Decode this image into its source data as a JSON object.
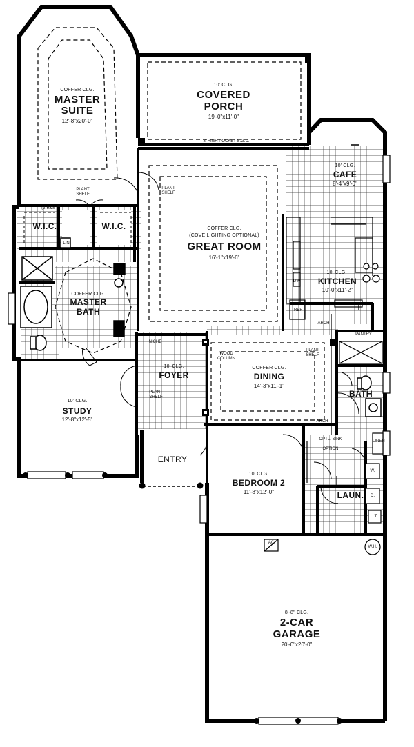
{
  "rooms": {
    "master_suite": {
      "ceiling": "COFFER CLG.",
      "name_1": "MASTER",
      "name_2": "SUITE",
      "dims": "12'-8\"x20'-0\""
    },
    "covered_porch": {
      "ceiling": "10' CLG.",
      "name_1": "COVERED",
      "name_2": "PORCH",
      "dims": "19'-0\"x11'-0\""
    },
    "cafe": {
      "ceiling": "10' CLG.",
      "name": "CAFE",
      "dims": "8'-4\"x9'-0\""
    },
    "great_room": {
      "ceiling": "COFFER CLG.",
      "ceiling_note": "(COVE LIGHTING OPTIONAL)",
      "name": "GREAT ROOM",
      "dims": "16'-1\"x19'-6\""
    },
    "kitchen": {
      "ceiling": "10' CLG.",
      "name": "KITCHEN",
      "dims": "10'-0\"x11'-2\""
    },
    "master_bath": {
      "ceiling": "COFFER CLG.",
      "name_1": "MASTER",
      "name_2": "BATH"
    },
    "foyer": {
      "ceiling": "10' CLG.",
      "name": "FOYER"
    },
    "dining": {
      "ceiling": "COFFER CLG.",
      "name": "DINING",
      "dims": "14'-3\"x11'-1\""
    },
    "study": {
      "ceiling": "10' CLG.",
      "name": "STUDY",
      "dims": "12'-8\"x12'-5\""
    },
    "entry": {
      "name": "ENTRY"
    },
    "bedroom_2": {
      "ceiling": "10' CLG.",
      "name": "BEDROOM 2",
      "dims": "11'-8\"x12'-0\""
    },
    "bath": {
      "name": "BATH"
    },
    "laundry": {
      "name": "LAUN."
    },
    "garage": {
      "ceiling": "8'-8\" CLG.",
      "name_1": "2-CAR",
      "name_2": "GARAGE",
      "dims": "20'-0\"x20'-0\""
    }
  },
  "notes": {
    "pocket_door": "8' HIGH POCKET S.G.D.",
    "plant_shelf": "PLANT",
    "plant_shelf_2": "SHELF",
    "wic": "W.I.C.",
    "rs": "(2)R&S",
    "lin": "LIN",
    "niche": "NICHE",
    "wood_column": "WOOD",
    "wood_column_2": "COLUMN",
    "arch": "ARCH",
    "pantry": "PANTRY",
    "dw": "DW",
    "ref": "REF",
    "optional": "OPTION",
    "optional_sink": "OPTL. SINK",
    "ac": "AC",
    "wh": "W.H.",
    "washer": "W.",
    "dryer": "D.",
    "lt": "LT",
    "linen": "LINEN"
  }
}
